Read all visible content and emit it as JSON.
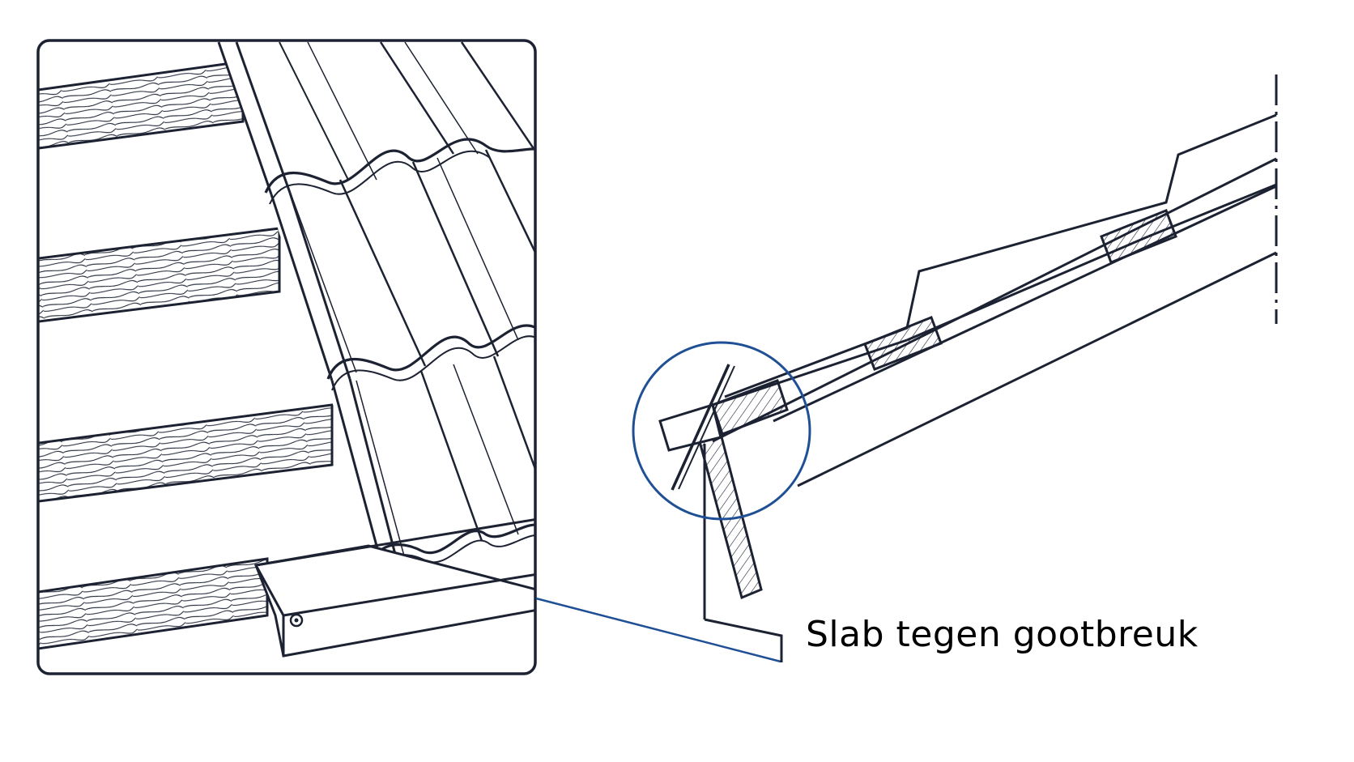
{
  "caption": "Slab tegen gootbreuk",
  "colors": {
    "line": "#1c2232",
    "accent": "#1f4f94",
    "background": "#ffffff"
  },
  "parts": {
    "detail_panel": "closeup of metal roof tiles on wooden battens with gutter flashing",
    "section_view": "cross-section of roof edge with circled detail",
    "leader": "connector line from detail panel to caption"
  }
}
